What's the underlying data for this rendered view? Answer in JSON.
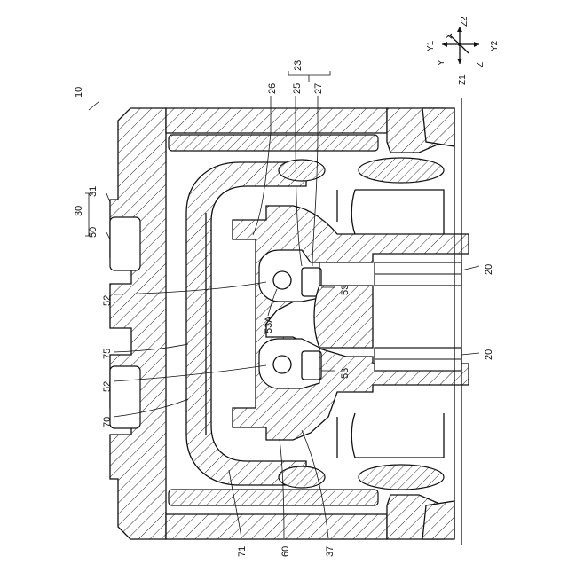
{
  "figure": {
    "ref_main": "10",
    "labels": {
      "l23": "23",
      "l26": "26",
      "l25": "25",
      "l27": "27",
      "l30": "30",
      "l31": "31",
      "l50": "50",
      "l52a": "52",
      "l52b": "52",
      "l75": "75",
      "l70": "70",
      "l53a": "53",
      "l53b": "53",
      "l53A": "53A",
      "l20a": "20",
      "l20b": "20",
      "l71": "71",
      "l60": "60",
      "l37": "37"
    },
    "axes": {
      "x": "X",
      "y": "Y",
      "z": "Z",
      "y1": "Y1",
      "y2": "Y2",
      "z1": "Z1",
      "z2": "Z2"
    }
  }
}
